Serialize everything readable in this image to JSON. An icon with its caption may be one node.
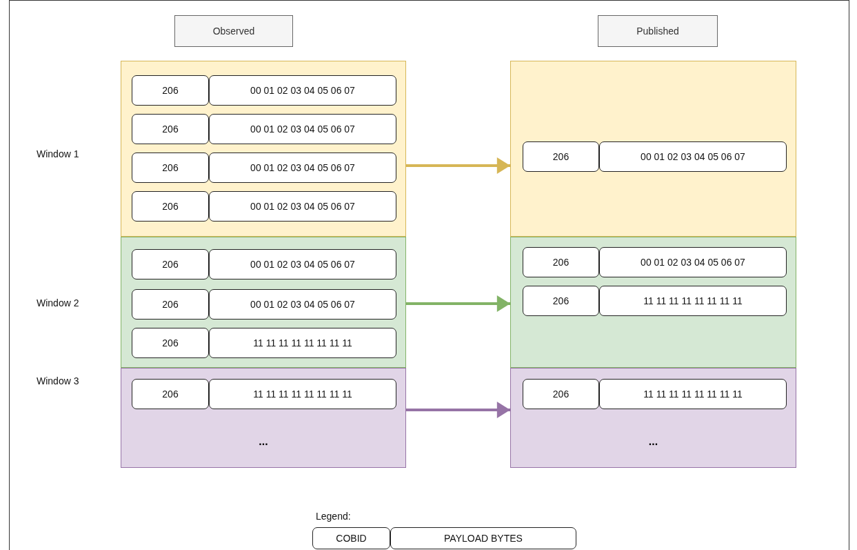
{
  "diagram": {
    "nodes": [
      {
        "text": [
          "Observed"
        ]
      },
      {
        "text": [
          "Published"
        ]
      },
      {
        "text": [],
        "shape": "box"
      },
      {
        "text": [
          "206"
        ],
        "in": 2
      },
      {
        "text": [
          "00 01 02 03 04 05 06 07"
        ],
        "in": 2
      },
      {
        "text": [
          "206"
        ],
        "in": 2
      },
      {
        "text": [
          "00 01 02 03 04 05 06 07"
        ],
        "in": 2
      },
      {
        "text": [
          "206"
        ],
        "in": 2
      },
      {
        "text": [
          "00 01 02 03 04 05 06 07"
        ],
        "in": 2
      },
      {
        "text": [
          "206"
        ],
        "in": 2
      },
      {
        "text": [
          "00 01 02 03 04 05 06 07"
        ],
        "in": 2
      },
      {
        "text": [],
        "shape": "box"
      },
      {
        "text": [
          "206"
        ],
        "in": 11
      },
      {
        "text": [
          "00 01 02 03 04 05 06 07"
        ],
        "in": 11
      },
      {
        "text": [],
        "shape": "box"
      },
      {
        "text": [
          "206"
        ],
        "in": 14
      },
      {
        "text": [
          "00 01 02 03 04 05 06 07"
        ],
        "in": 14
      },
      {
        "text": [
          "206"
        ],
        "in": 14
      },
      {
        "text": [
          "00 01 02 03 04 05 06 07"
        ],
        "in": 14
      },
      {
        "text": [
          "206"
        ],
        "in": 14
      },
      {
        "text": [
          "11 11 11 11 11 11 11 11"
        ],
        "in": 14
      },
      {
        "text": [],
        "shape": "box"
      },
      {
        "text": [
          "206"
        ],
        "in": 21
      },
      {
        "text": [
          "00 01 02 03 04 05 06 07"
        ],
        "in": 21
      },
      {
        "text": [
          "206"
        ],
        "in": 21
      },
      {
        "text": [
          "11 11 11 11 11 11 11 11"
        ],
        "in": 21
      },
      {
        "text": [
          "..."
        ]
      },
      {
        "text": [
          "206"
        ],
        "in": 26
      },
      {
        "text": [
          "11 11 11 11 11 11 11 11"
        ],
        "in": 26
      },
      {
        "text": [
          "..."
        ]
      },
      {
        "text": [
          "206"
        ],
        "in": 29
      },
      {
        "text": [
          "11 11 11 11 11 11 11 11"
        ],
        "in": 29
      },
      {
        "text": [
          "COBID"
        ]
      },
      {
        "text": [
          "PAYLOAD BYTES"
        ]
      }
    ],
    "edges": [
      {
        "from": 2,
        "to": 11,
        "arrow": "to",
        "color": "#d6b656"
      },
      {
        "from": 14,
        "to": 21,
        "arrow": "to",
        "color": "#82b366"
      },
      {
        "from": 26,
        "to": 29,
        "arrow": "to",
        "color": "#9673a6"
      }
    ],
    "labels": [
      "Window 1",
      "Window 2",
      "Window 3",
      "Legend:"
    ]
  }
}
